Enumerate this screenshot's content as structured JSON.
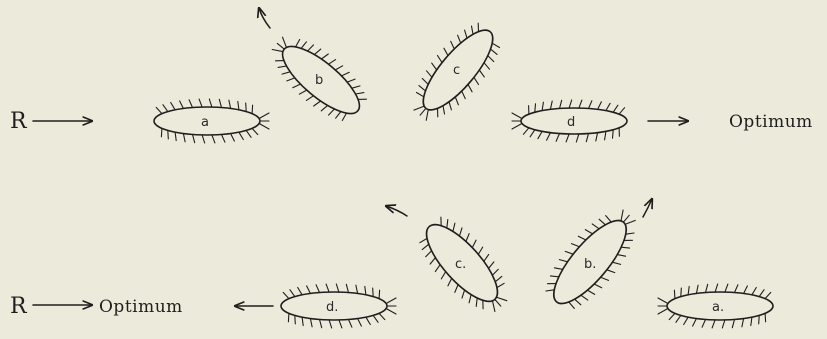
{
  "top_row": {
    "stimulus": "R",
    "cells": [
      "a",
      "b",
      "c",
      "d"
    ],
    "target": "Optimum"
  },
  "bottom_row": {
    "stimulus": "R",
    "target": "Optimum",
    "cells": [
      "a.",
      "b.",
      "c.",
      "d."
    ]
  }
}
